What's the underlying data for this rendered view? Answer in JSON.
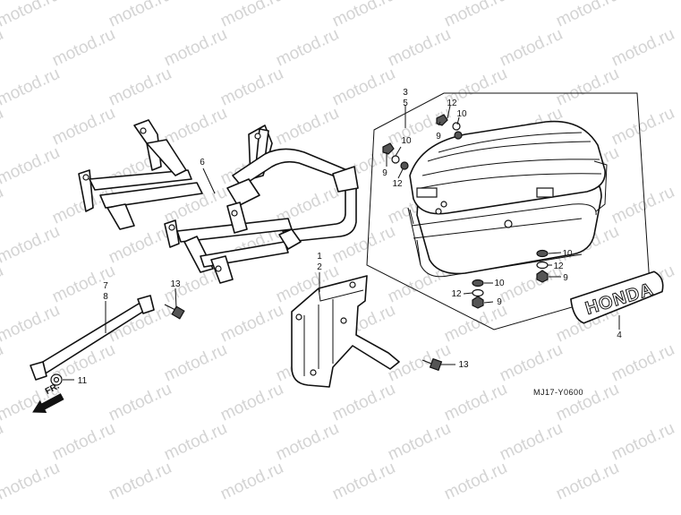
{
  "watermark": {
    "text": "motod.ru"
  },
  "diagram_code": "MJ17-Y0600",
  "front_arrow_label": "FR.",
  "emblem_text": "HONDA",
  "callouts": {
    "c1": "1",
    "c2": "2",
    "c3": "3",
    "c5": "5",
    "c4": "4",
    "c6": "6",
    "c7": "7",
    "c8": "8",
    "c9a": "9",
    "c9b": "9",
    "c9c": "9",
    "c9d": "9",
    "c10a": "10",
    "c10b": "10",
    "c10c": "10",
    "c10d": "10",
    "c11": "11",
    "c12a": "12",
    "c12b": "12",
    "c12c": "12",
    "c12d": "12",
    "c13a": "13",
    "c13b": "13"
  },
  "colors": {
    "line": "#111111",
    "watermark": "#d4d4d4",
    "background": "#ffffff"
  }
}
